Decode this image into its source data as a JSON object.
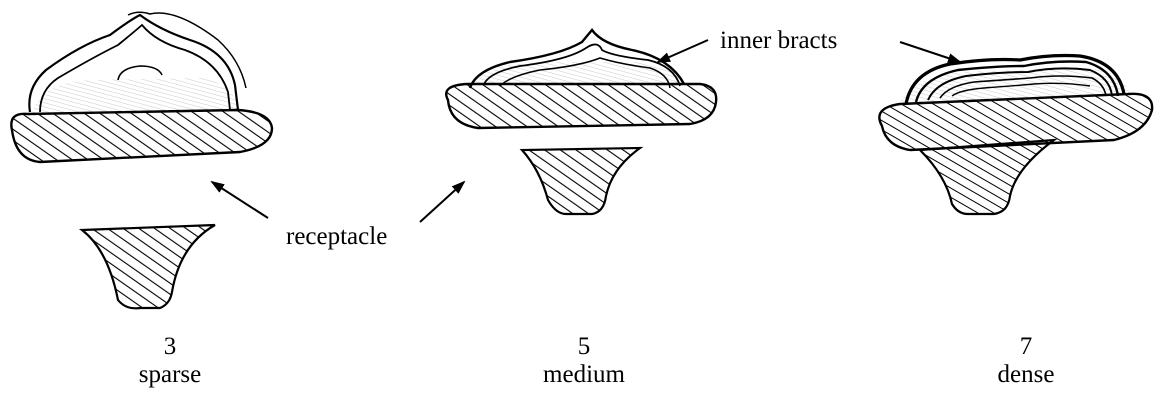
{
  "labels": {
    "inner_bracts": "inner bracts",
    "receptacle": "receptacle"
  },
  "figures": [
    {
      "score": "3",
      "density": "sparse"
    },
    {
      "score": "5",
      "density": "medium"
    },
    {
      "score": "7",
      "density": "dense"
    }
  ],
  "colors": {
    "ink": "#000000",
    "background": "#ffffff"
  }
}
